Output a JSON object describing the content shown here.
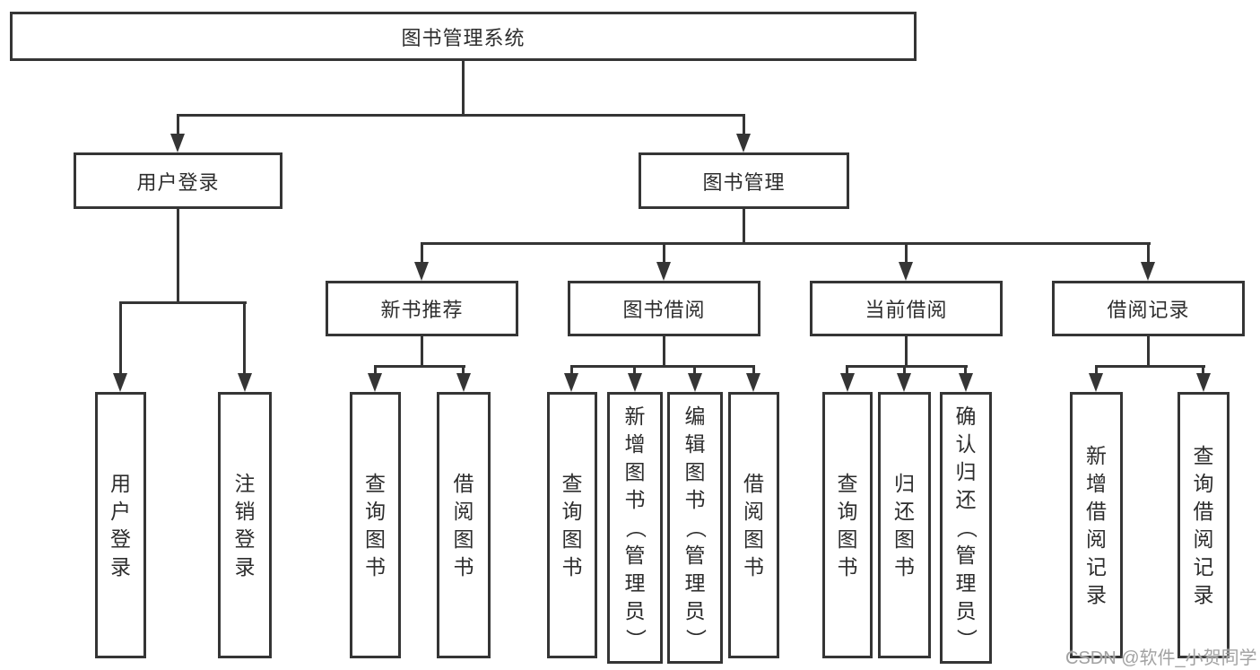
{
  "diagram": {
    "root": "图书管理系统",
    "level2": {
      "user_login": "用户登录",
      "book_management": "图书管理"
    },
    "level3": {
      "new_book_recommend": "新书推荐",
      "book_borrowing": "图书借阅",
      "current_borrowing": "当前借阅",
      "borrowing_records": "借阅记录"
    },
    "leaves": {
      "user_login": "用户登录",
      "logout": "注销登录",
      "nb_query_books": "查询图书",
      "nb_borrow_books": "借阅图书",
      "bb_query_books": "查询图书",
      "bb_add_book_admin": "新增图书（管理员）",
      "bb_edit_book_admin": "编辑图书（管理员）",
      "bb_borrow_books": "借阅图书",
      "cb_query_books": "查询图书",
      "cb_return_books": "归还图书",
      "cb_confirm_return_admin": "确认归还（管理员）",
      "br_add_record": "新增借阅记录",
      "br_query_record": "查询借阅记录"
    }
  },
  "watermark": "CSDN @软件_小贺同学",
  "colors": {
    "line": "#353535",
    "text": "#2d2d2d",
    "watermark": "#a2a2a2",
    "background": "#ffffff"
  }
}
